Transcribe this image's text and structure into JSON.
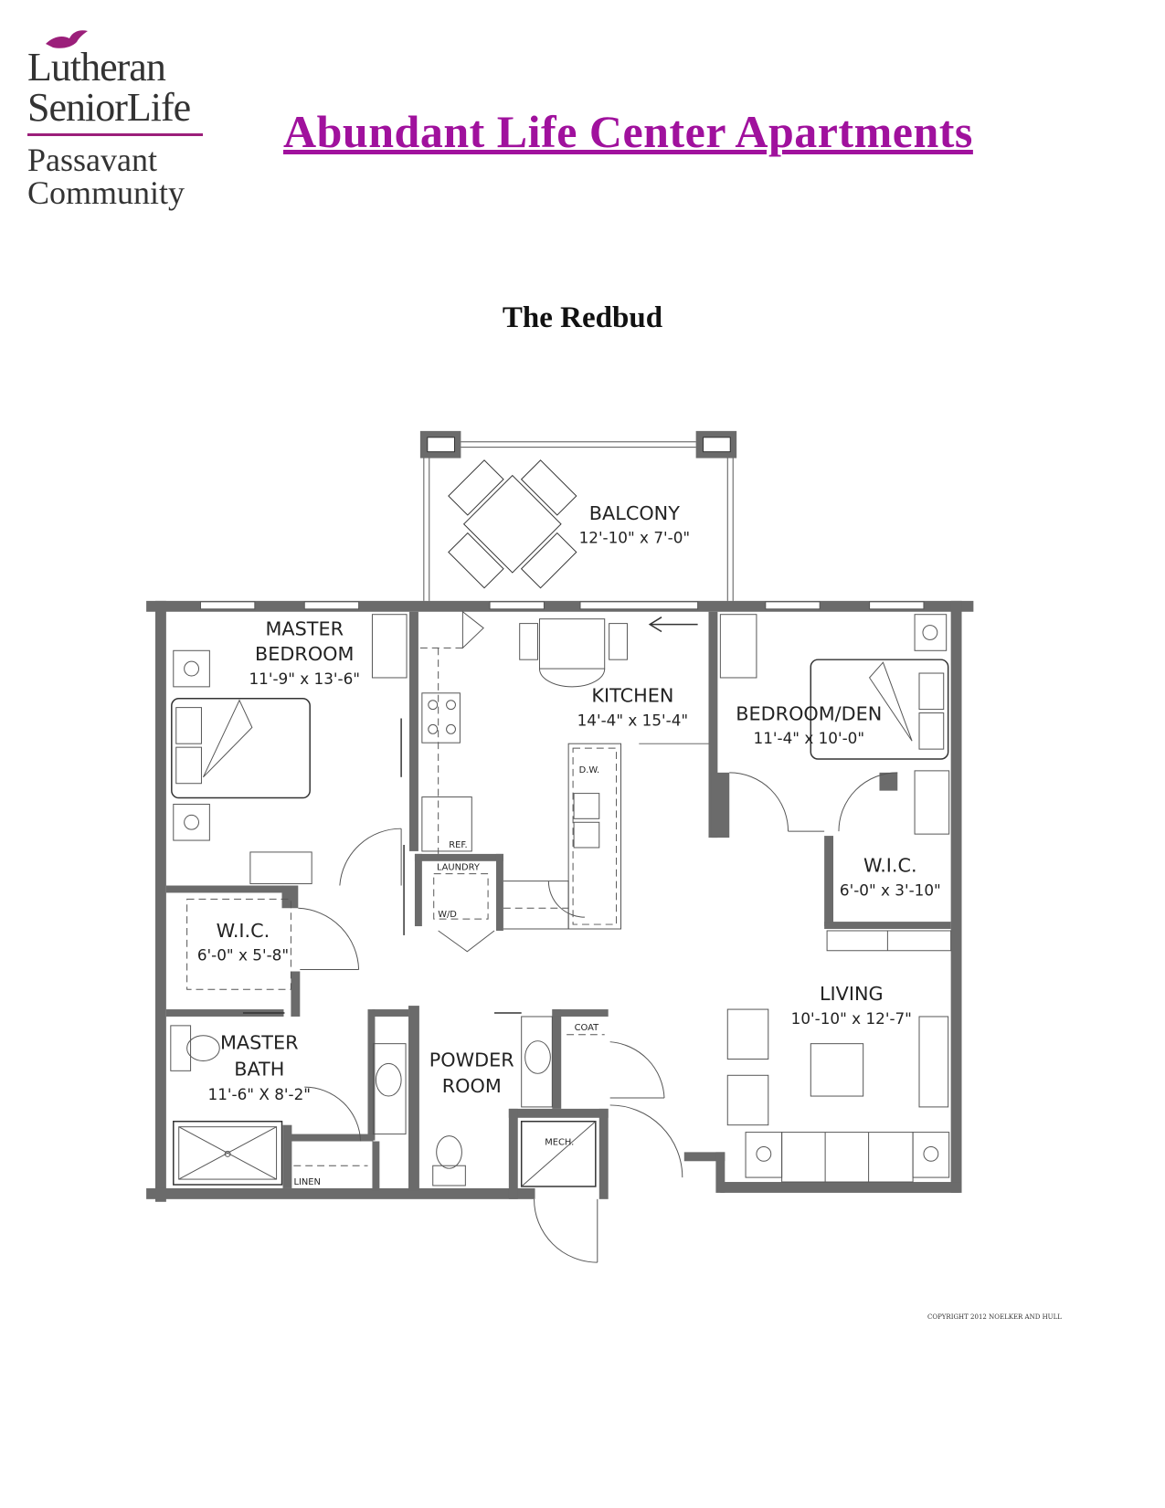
{
  "logo": {
    "line1": "Lutheran",
    "line2": "SeniorLife",
    "line3": "Passavant",
    "line4": "Community",
    "accent_color": "#9b1f7a"
  },
  "title": "Abundant Life Center Apartments",
  "subtitle": "The Redbud",
  "floor_plan": {
    "balcony": {
      "label": "BALCONY",
      "dims": "12'-10\" x 7'-0\""
    },
    "master_bedroom": {
      "label1": "MASTER",
      "label2": "BEDROOM",
      "dims": "11'-9\" x 13'-6\""
    },
    "kitchen": {
      "label": "KITCHEN",
      "dims": "14'-4\" x 15'-4\""
    },
    "bedroom_den": {
      "label": "BEDROOM/DEN",
      "dims": "11'-4\" x 10'-0\""
    },
    "wic_left": {
      "label": "W.I.C.",
      "dims": "6'-0\" x 5'-8\""
    },
    "wic_right": {
      "label": "W.I.C.",
      "dims": "6'-0\" x 3'-10\""
    },
    "living": {
      "label": "LIVING",
      "dims": "10'-10\" x 12'-7\""
    },
    "master_bath": {
      "label1": "MASTER",
      "label2": "BATH",
      "dims": "11'-6\" X 8'-2\""
    },
    "powder_room": {
      "label1": "POWDER",
      "label2": "ROOM"
    },
    "small_labels": {
      "dw": "D.W.",
      "ref": "REF.",
      "laundry": "LAUNDRY",
      "wd": "W/D",
      "coat": "COAT",
      "mech": "MECH.",
      "linen": "LINEN"
    }
  },
  "copyright": "COPYRIGHT 2012 NOELKER AND HULL"
}
